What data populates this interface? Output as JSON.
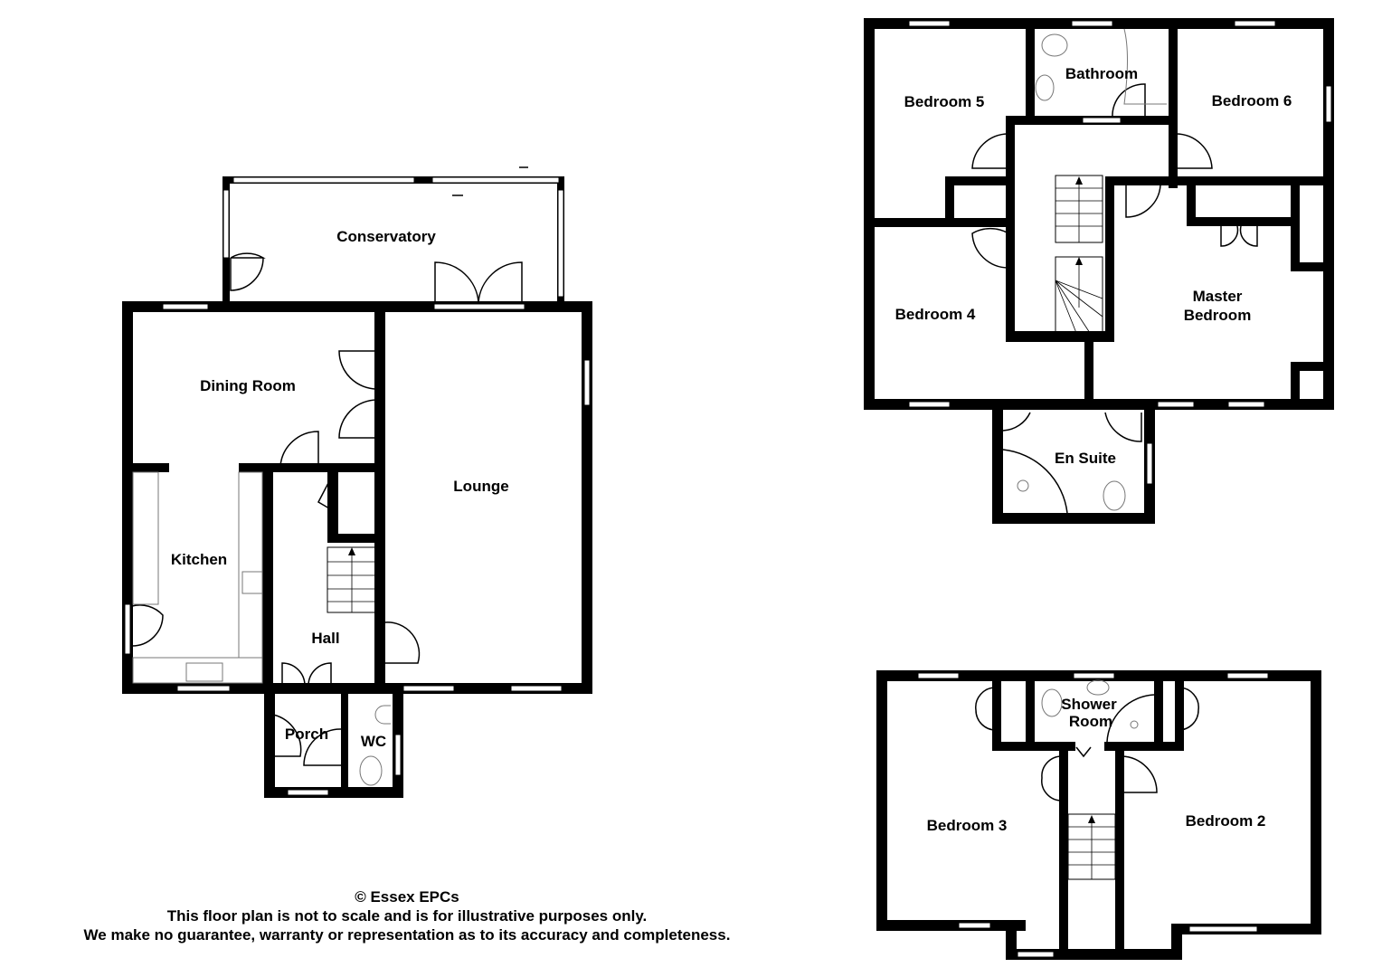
{
  "floors": [
    {
      "name": "ground-floor",
      "rooms": [
        {
          "id": "conservatory",
          "label": "Conservatory"
        },
        {
          "id": "dining-room",
          "label": "Dining Room"
        },
        {
          "id": "lounge",
          "label": "Lounge"
        },
        {
          "id": "kitchen",
          "label": "Kitchen"
        },
        {
          "id": "hall",
          "label": "Hall"
        },
        {
          "id": "porch",
          "label": "Porch"
        },
        {
          "id": "wc",
          "label": "WC"
        }
      ]
    },
    {
      "name": "first-floor",
      "rooms": [
        {
          "id": "bedroom-5",
          "label": "Bedroom 5"
        },
        {
          "id": "bathroom",
          "label": "Bathroom"
        },
        {
          "id": "bedroom-6",
          "label": "Bedroom 6"
        },
        {
          "id": "bedroom-4",
          "label": "Bedroom 4"
        },
        {
          "id": "master-bedroom",
          "label_line1": "Master",
          "label_line2": "Bedroom"
        },
        {
          "id": "en-suite",
          "label": "En Suite"
        }
      ]
    },
    {
      "name": "second-floor",
      "rooms": [
        {
          "id": "shower-room",
          "label_line1": "Shower",
          "label_line2": "Room"
        },
        {
          "id": "bedroom-3",
          "label": "Bedroom 3"
        },
        {
          "id": "bedroom-2",
          "label": "Bedroom 2"
        }
      ]
    }
  ],
  "footer": {
    "copyright": "© Essex EPCs",
    "disclaimer_1": "This floor plan is not to scale and is for illustrative purposes only.",
    "disclaimer_2": "We make no guarantee, warranty or representation as to its accuracy and completeness."
  },
  "colors": {
    "wall": "#000000",
    "background": "#ffffff",
    "fixture": "#777777"
  }
}
